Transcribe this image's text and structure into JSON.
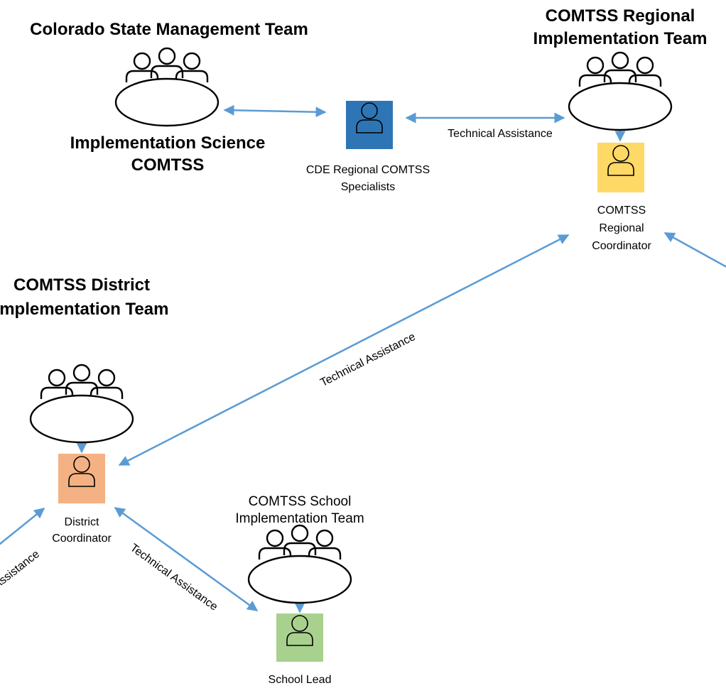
{
  "colors": {
    "arrow": "#5b9bd5",
    "cde_specialist": "#2e75b6",
    "regional_coordinator": "#ffd966",
    "district_coordinator": "#f4b183",
    "school_lead": "#a9d18e"
  },
  "state_team": {
    "title": "Colorado State Management Team",
    "subtitle_line1": "Implementation Science",
    "subtitle_line2": "COMTSS",
    "icon": "meeting-table-icon"
  },
  "cde_specialists": {
    "label_line1": "CDE Regional COMTSS",
    "label_line2": "Specialists",
    "icon": "person-icon"
  },
  "regional_team": {
    "title_line1": "COMTSS Regional",
    "title_line2": "Implementation Team",
    "icon": "meeting-table-icon"
  },
  "regional_coordinator": {
    "label_line1": "COMTSS",
    "label_line2": "Regional",
    "label_line3": "Coordinator",
    "icon": "person-icon"
  },
  "district_team": {
    "title_line1": "COMTSS District",
    "title_line2": "Implementation Team",
    "icon": "meeting-table-icon"
  },
  "district_coordinator": {
    "label_line1": "District",
    "label_line2": "Coordinator",
    "icon": "person-icon"
  },
  "school_team": {
    "title_line1": "COMTSS School",
    "title_line2": "Implementation Team",
    "icon": "meeting-table-icon"
  },
  "school_lead": {
    "label": "School Lead",
    "icon": "person-icon"
  },
  "connections": {
    "cde_to_regional_label": "Technical Assistance",
    "regional_to_district_label": "Technical Assistance",
    "district_to_school_label": "Technical Assistance",
    "left_offscreen_label": "Assistance"
  }
}
